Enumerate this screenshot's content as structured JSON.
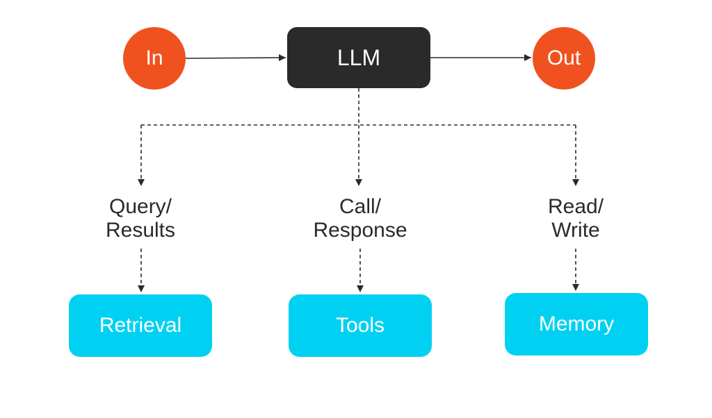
{
  "colors": {
    "endpoint": "#f0521f",
    "llm": "#2a2a2a",
    "component": "#00d1f2",
    "edge": "#2a2a2a"
  },
  "nodes": {
    "in": "In",
    "llm": "LLM",
    "out": "Out",
    "retrieval": "Retrieval",
    "tools": "Tools",
    "memory": "Memory"
  },
  "labels": {
    "query": {
      "line1": "Query/",
      "line2": "Results"
    },
    "call": {
      "line1": "Call/",
      "line2": "Response"
    },
    "read": {
      "line1": "Read/",
      "line2": "Write"
    }
  }
}
